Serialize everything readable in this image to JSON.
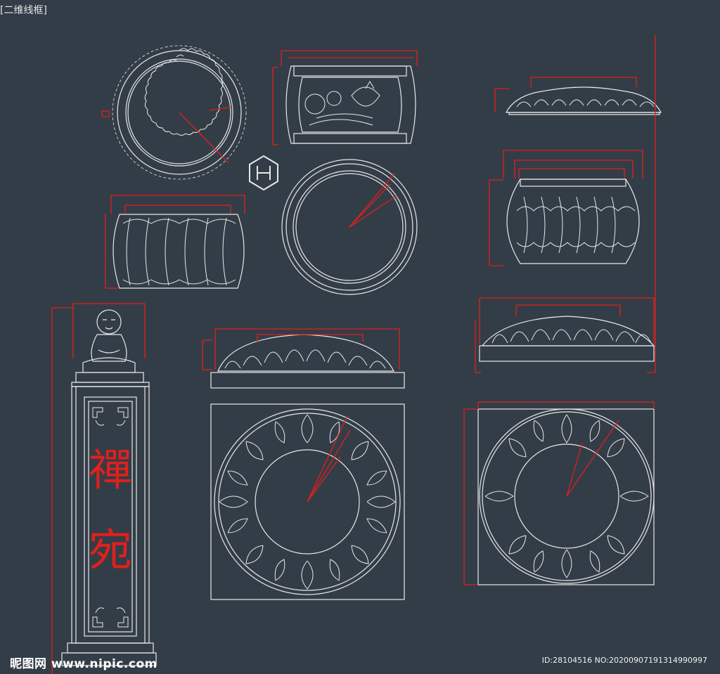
{
  "viewport_label": "[二维线框]",
  "pillar_characters": [
    "禪",
    "宛"
  ],
  "watermark_left": "昵图网 www.nipic.com",
  "watermark_right": "ID:28104516 NO:20200907191314990997",
  "colors": {
    "background": "#333d47",
    "drawing": "#e8e8e8",
    "dimension": "#e0201c"
  },
  "icons": [
    "autocad-viewcube-icon",
    "buddha-figure-icon",
    "lotus-ornament-icon"
  ]
}
